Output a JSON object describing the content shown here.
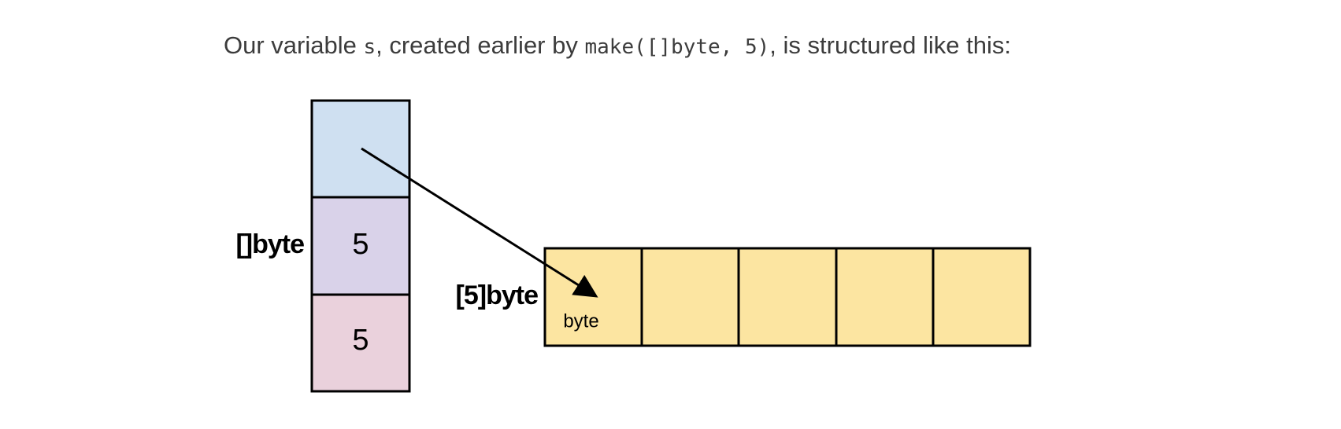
{
  "intro": {
    "text_before_var": "Our variable ",
    "variable": "s",
    "text_middle": ", created earlier by ",
    "code": "make([]byte, 5)",
    "text_after": ", is structured like this:"
  },
  "diagram": {
    "slice_header": {
      "label": "[]byte",
      "len_value": "5",
      "cap_value": "5"
    },
    "array": {
      "label": "[5]byte",
      "element_label": "byte",
      "cell_count": 5
    },
    "colors": {
      "ptr_cell": "#cfe0f1",
      "len_cell": "#d9d2e9",
      "cap_cell": "#ead1dc",
      "array_cell": "#fce5a1",
      "stroke": "#000000"
    }
  }
}
